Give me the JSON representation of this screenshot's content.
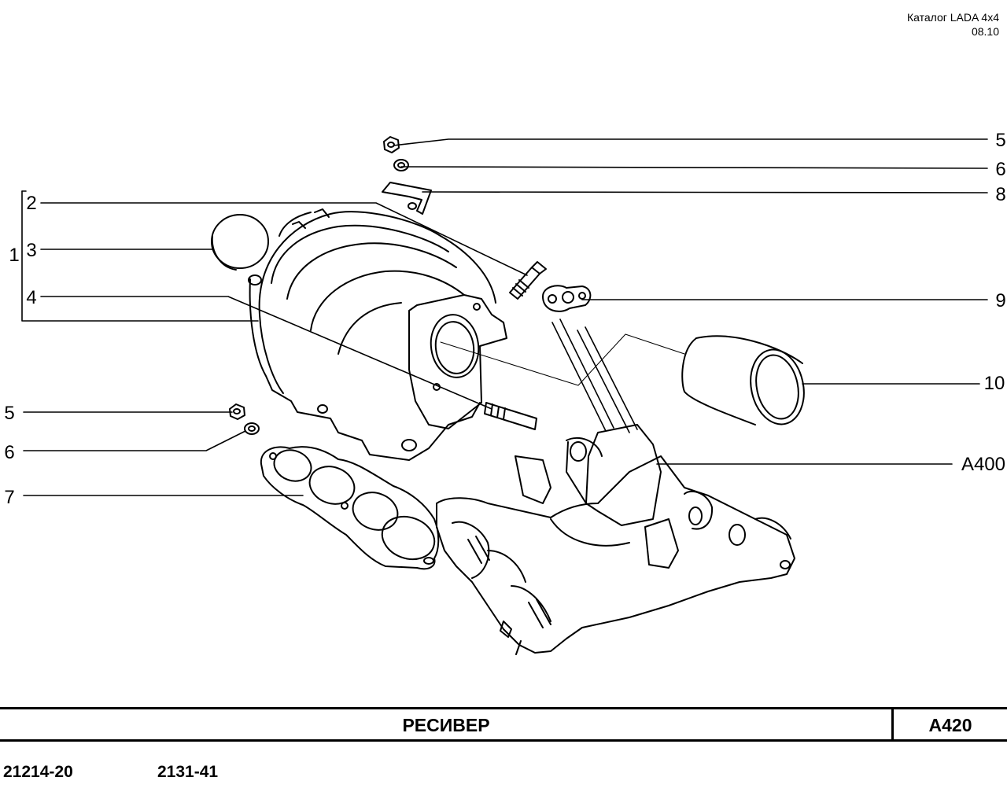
{
  "header": {
    "catalog": "Каталог  LADA  4x4",
    "date": "08.10"
  },
  "callouts": [
    "1",
    "2",
    "3",
    "4",
    "5",
    "6",
    "7",
    "5",
    "6",
    "8",
    "9",
    "10",
    "A400"
  ],
  "title": "РЕСИВЕР",
  "page_code": "A420",
  "models": [
    "21214-20",
    "2131-41"
  ]
}
